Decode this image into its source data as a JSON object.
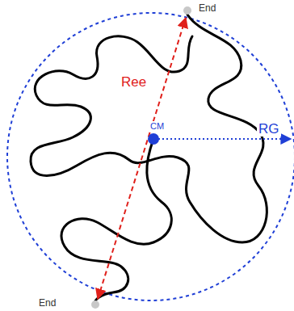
{
  "diagram": {
    "labels": [
      "End",
      "Ree",
      "CM",
      "RG",
      "End"
    ]
  }
}
